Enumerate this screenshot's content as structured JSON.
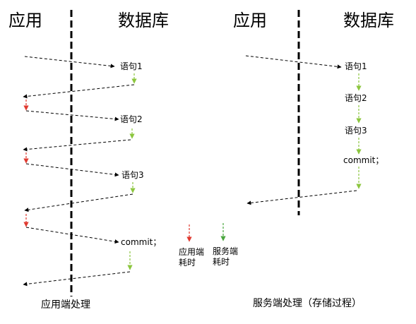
{
  "left": {
    "app_label": "应用",
    "db_label": "数据库",
    "statements": [
      "语句1",
      "语句2",
      "语句3",
      "commit；"
    ],
    "caption": "应用端处理"
  },
  "right": {
    "app_label": "应用",
    "db_label": "数据库",
    "statements": [
      "语句1",
      "语句2",
      "语句3",
      "commit；"
    ],
    "caption": "服务端处理（存储过程）"
  },
  "legend": {
    "app_time": "应用端\n耗时",
    "server_time": "服务端\n耗时"
  },
  "colors": {
    "app_time": "#e03a30",
    "server_time": "#4aa63e",
    "db_exec": "#8cc63f",
    "arrow": "#000000"
  }
}
